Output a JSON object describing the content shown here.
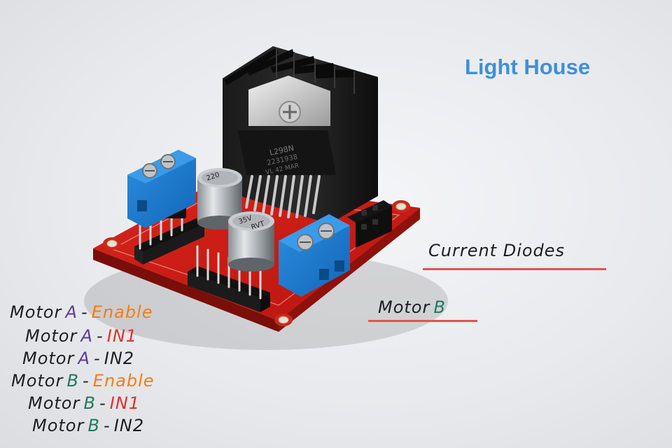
{
  "brand": {
    "text": "Light House",
    "color": "#3f8fd9"
  },
  "photo": {
    "subject_icon": "l298n-motor-driver-board",
    "chip_markings": [
      "L298N",
      "2231938",
      "VL 42 MAR"
    ],
    "capacitor_markings": [
      "220",
      "35V",
      "RVT"
    ]
  },
  "callouts": {
    "current_diodes": "Current  Diodes",
    "motor_b": {
      "word": "Motor",
      "letter": "B"
    }
  },
  "legend": [
    {
      "motor": "Motor",
      "letter": "A",
      "sep": "-",
      "pin": "Enable",
      "letter_color": "#5a3a9c",
      "pin_color": "#f07d16"
    },
    {
      "motor": "Motor",
      "letter": "A",
      "sep": "-",
      "pin": "IN1",
      "letter_color": "#5a3a9c",
      "pin_color": "#e0302a"
    },
    {
      "motor": "Motor",
      "letter": "A",
      "sep": "-",
      "pin": "IN2",
      "letter_color": "#5a3a9c",
      "pin_color": "#1e1e1e"
    },
    {
      "motor": "Motor",
      "letter": "B",
      "sep": "-",
      "pin": "Enable",
      "letter_color": "#1f7a5a",
      "pin_color": "#f07d16"
    },
    {
      "motor": "Motor",
      "letter": "B",
      "sep": "-",
      "pin": "IN1",
      "letter_color": "#1f7a5a",
      "pin_color": "#e0302a"
    },
    {
      "motor": "Motor",
      "letter": "B",
      "sep": "-",
      "pin": "IN2",
      "letter_color": "#1f7a5a",
      "pin_color": "#1e1e1e"
    }
  ]
}
